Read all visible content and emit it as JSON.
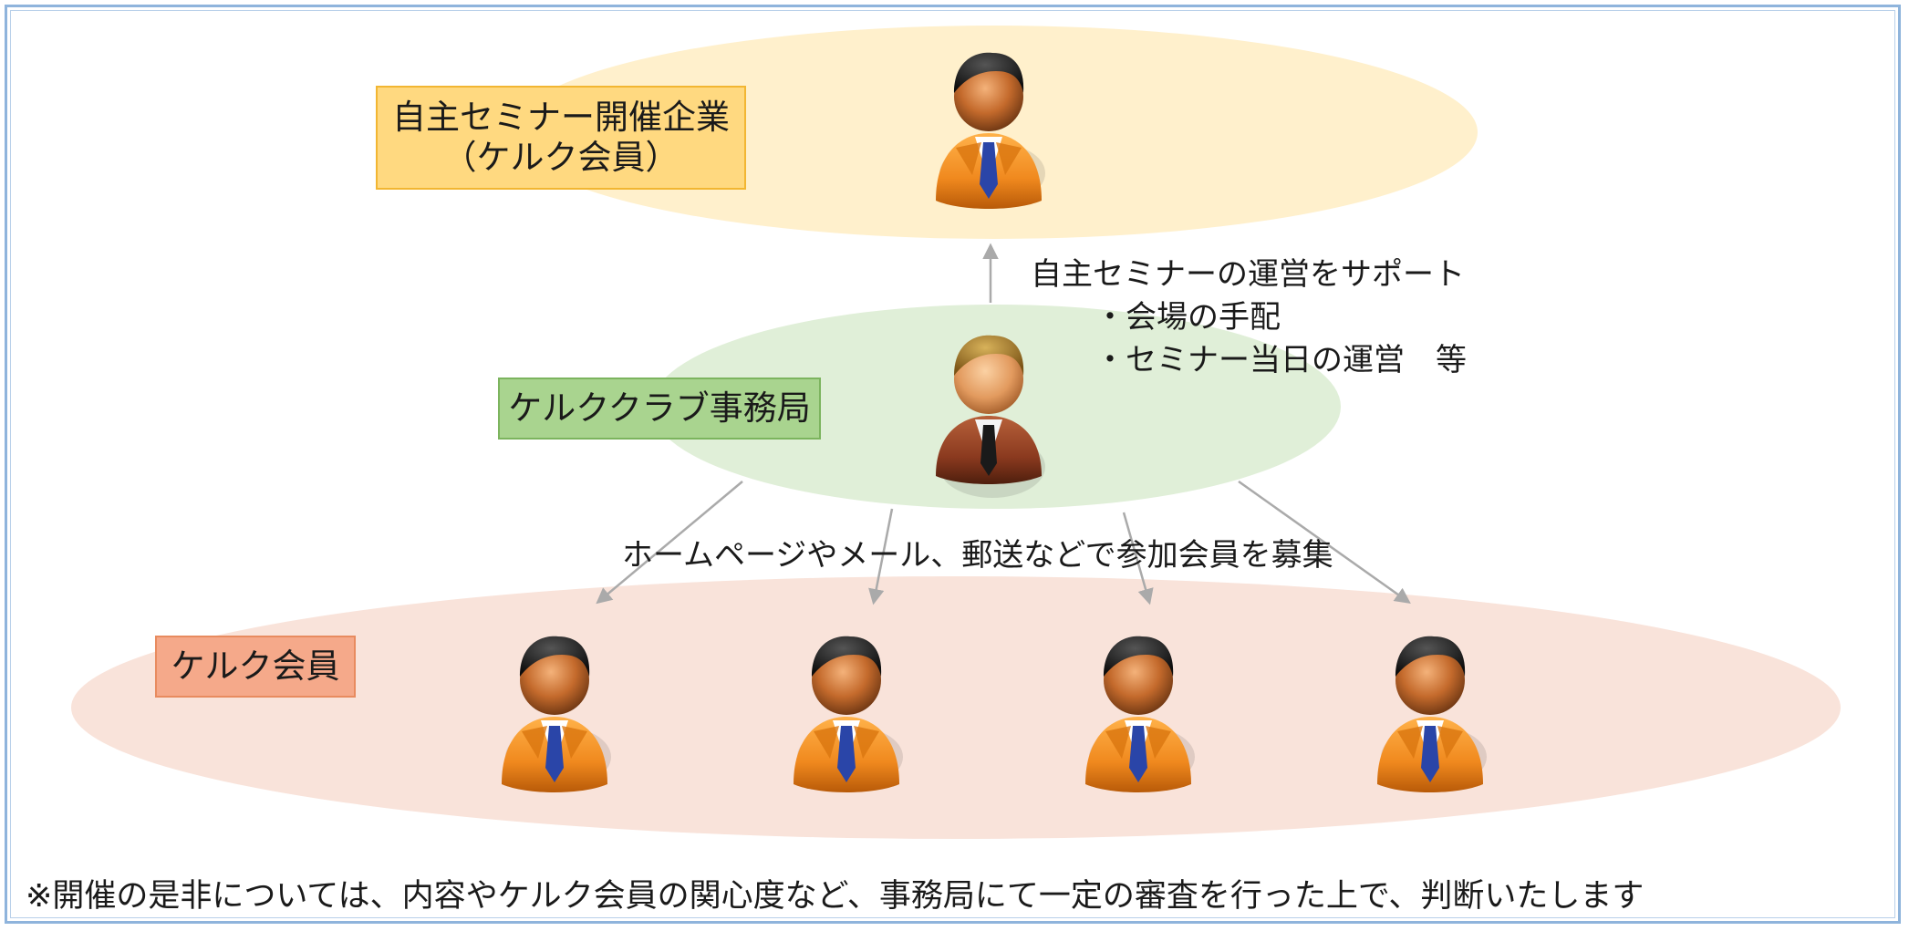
{
  "colors": {
    "frame": "#8fb4dc",
    "top_ellipse": "#fff0cc",
    "middle_ellipse": "#e0efd8",
    "bottom_ellipse": "#f9e3da",
    "arrow": "#aaaaaa",
    "member_suit": "#f0891e",
    "office_suit": "#8b3a1f",
    "tie": "#2a45a8"
  },
  "host_label": {
    "line1": "自主セミナー開催企業",
    "line2": "（ケルク会員）"
  },
  "office_label": "ケルククラブ事務局",
  "members_label": "ケルク会員",
  "support": {
    "title": "自主セミナーの運営をサポート",
    "item1": "・会場の手配",
    "item2": "・セミナー当日の運営　等"
  },
  "recruit_text": "ホームページやメール、郵送などで参加会員を募集",
  "footnote": "※開催の是非については、内容やケルク会員の関心度など、事務局にて一定の審査を行った上で、判断いたします",
  "icons": {
    "host": "businessman-icon",
    "office": "businessman-icon",
    "members": "businessman-icon"
  }
}
